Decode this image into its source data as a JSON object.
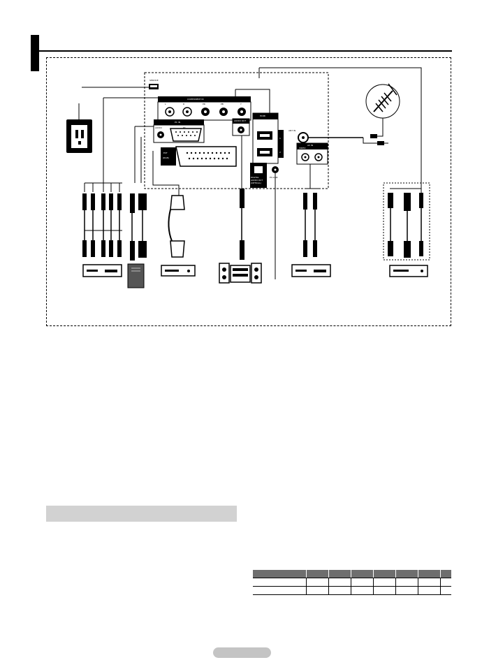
{
  "header": {
    "title": ""
  },
  "tv_panel": {
    "service_label": "SERVICE",
    "component_in_label": "COMPONENT IN",
    "component_audio_l": "L",
    "component_audio_r": "R",
    "component_pr": "PR",
    "component_pb": "PB",
    "component_y": "Y",
    "pc_in_label": "PC IN",
    "pc_audio_label": "AUDIO",
    "pc_label": "PC",
    "audio_out_label": "AUDIO OUT",
    "hdmi_label": "HDMI",
    "hdmi_1": "1",
    "hdmi_2": "2",
    "ext_label": "EXT",
    "ext_sub": "(RGB)",
    "ant_in_label": "ANT IN",
    "av_in_label": "AV IN",
    "av_video_label": "VIDEO",
    "optical_label": "DIGITAL AUDIO OUT (OPTICAL)",
    "ex_link_label": "EX-LINK"
  },
  "section": {
    "heading": ""
  },
  "spec_table": {
    "columns": 8,
    "rows": 2
  }
}
